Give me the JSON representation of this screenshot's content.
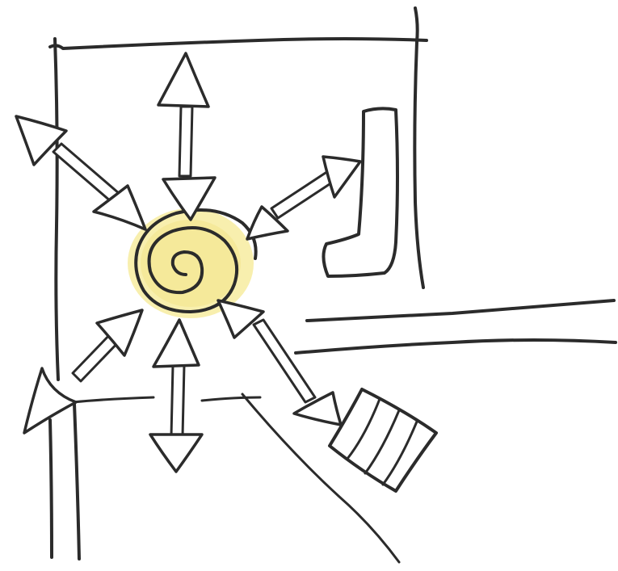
{
  "diagram": {
    "highlight_color": "#f7eca0",
    "ink_color": "#2b2b2b",
    "background_color": "#ffffff",
    "center_symbol": "spiral-icon",
    "arrow_count": 7,
    "elements": [
      "building-outline",
      "road-horizontal",
      "road-vertical",
      "path-diagonal",
      "l-shaped-block",
      "rectangular-block"
    ]
  }
}
